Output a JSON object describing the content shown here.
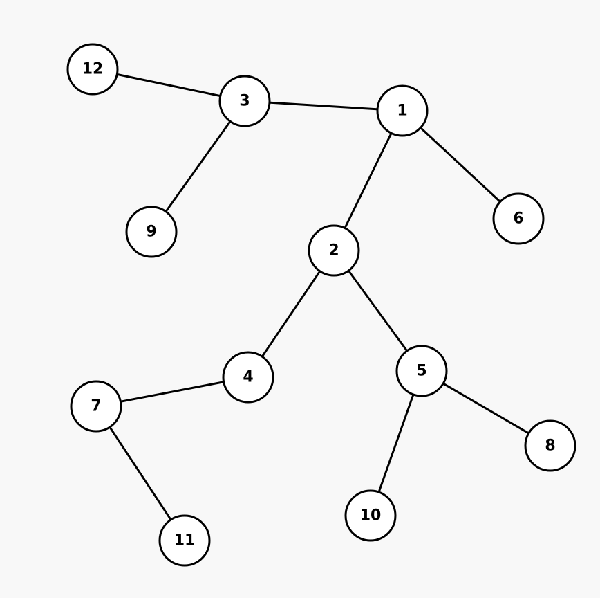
{
  "graph": {
    "nodes": [
      {
        "id": "1",
        "label": "1"
      },
      {
        "id": "2",
        "label": "2"
      },
      {
        "id": "3",
        "label": "3"
      },
      {
        "id": "4",
        "label": "4"
      },
      {
        "id": "5",
        "label": "5"
      },
      {
        "id": "6",
        "label": "6"
      },
      {
        "id": "7",
        "label": "7"
      },
      {
        "id": "8",
        "label": "8"
      },
      {
        "id": "9",
        "label": "9"
      },
      {
        "id": "10",
        "label": "10"
      },
      {
        "id": "11",
        "label": "11"
      },
      {
        "id": "12",
        "label": "12"
      }
    ],
    "edges": [
      {
        "from": "12",
        "to": "3"
      },
      {
        "from": "3",
        "to": "1"
      },
      {
        "from": "3",
        "to": "9"
      },
      {
        "from": "1",
        "to": "2"
      },
      {
        "from": "1",
        "to": "6"
      },
      {
        "from": "2",
        "to": "4"
      },
      {
        "from": "2",
        "to": "5"
      },
      {
        "from": "4",
        "to": "7"
      },
      {
        "from": "7",
        "to": "11"
      },
      {
        "from": "5",
        "to": "10"
      },
      {
        "from": "5",
        "to": "8"
      }
    ]
  },
  "colors": {
    "background": "#f8f8f8",
    "node_fill": "#ffffff",
    "stroke": "#000000",
    "text": "#000000"
  }
}
